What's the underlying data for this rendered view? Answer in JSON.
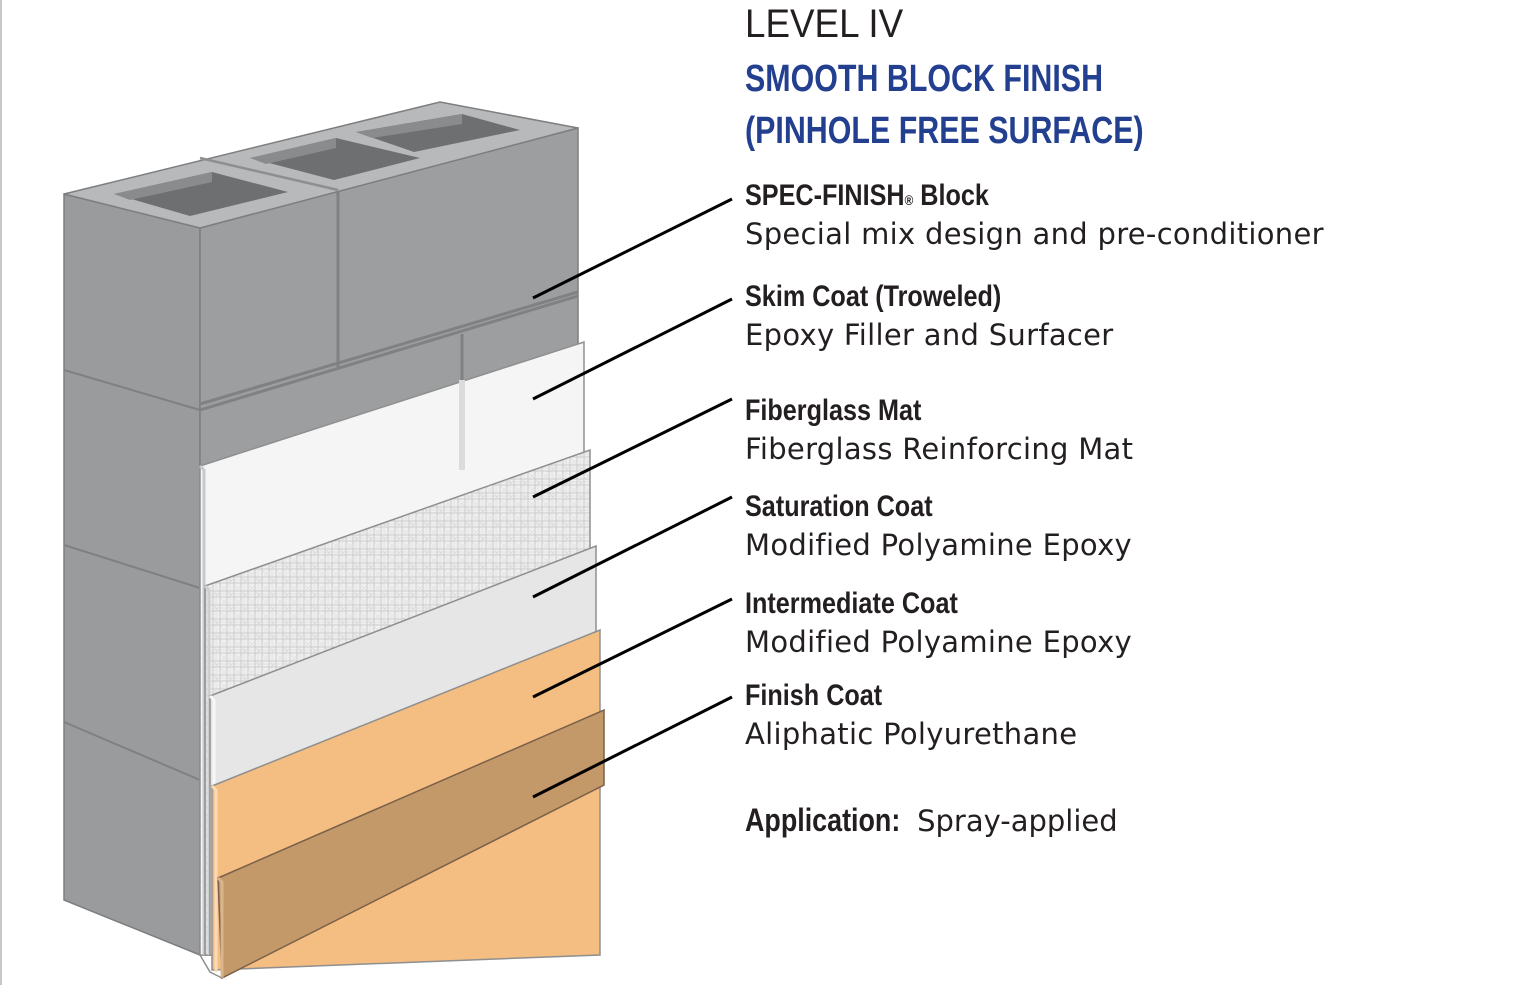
{
  "header": {
    "level": "LEVEL IV",
    "subtitle_line1": "SMOOTH BLOCK FINISH",
    "subtitle_line2": "(PINHOLE FREE SURFACE)"
  },
  "layers": [
    {
      "name": "SPEC-FINISH",
      "trademark": "®",
      "name_suffix": " Block",
      "description": "Special mix design and pre-conditioner"
    },
    {
      "name": "Skim Coat (Troweled)",
      "description": "Epoxy Filler and Surfacer"
    },
    {
      "name": "Fiberglass Mat",
      "description": "Fiberglass Reinforcing Mat"
    },
    {
      "name": "Saturation Coat",
      "description": "Modified Polyamine Epoxy"
    },
    {
      "name": "Intermediate Coat",
      "description": "Modified Polyamine Epoxy"
    },
    {
      "name": "Finish Coat",
      "description": "Aliphatic Polyurethane"
    }
  ],
  "application": {
    "label": "Application:",
    "value": " Spray-applied"
  },
  "colors": {
    "title_blue": "#233f8f",
    "text_dark": "#231f20",
    "block_front": "#9b9c9e",
    "block_top": "#b9babc",
    "block_recess": "#6f7072",
    "skim_coat": "#f4f4f4",
    "fiberglass": "#ededed",
    "saturation_coat": "#e6e6e6",
    "intermediate_coat": "#f4bd82",
    "finish_coat": "#c4996a"
  }
}
